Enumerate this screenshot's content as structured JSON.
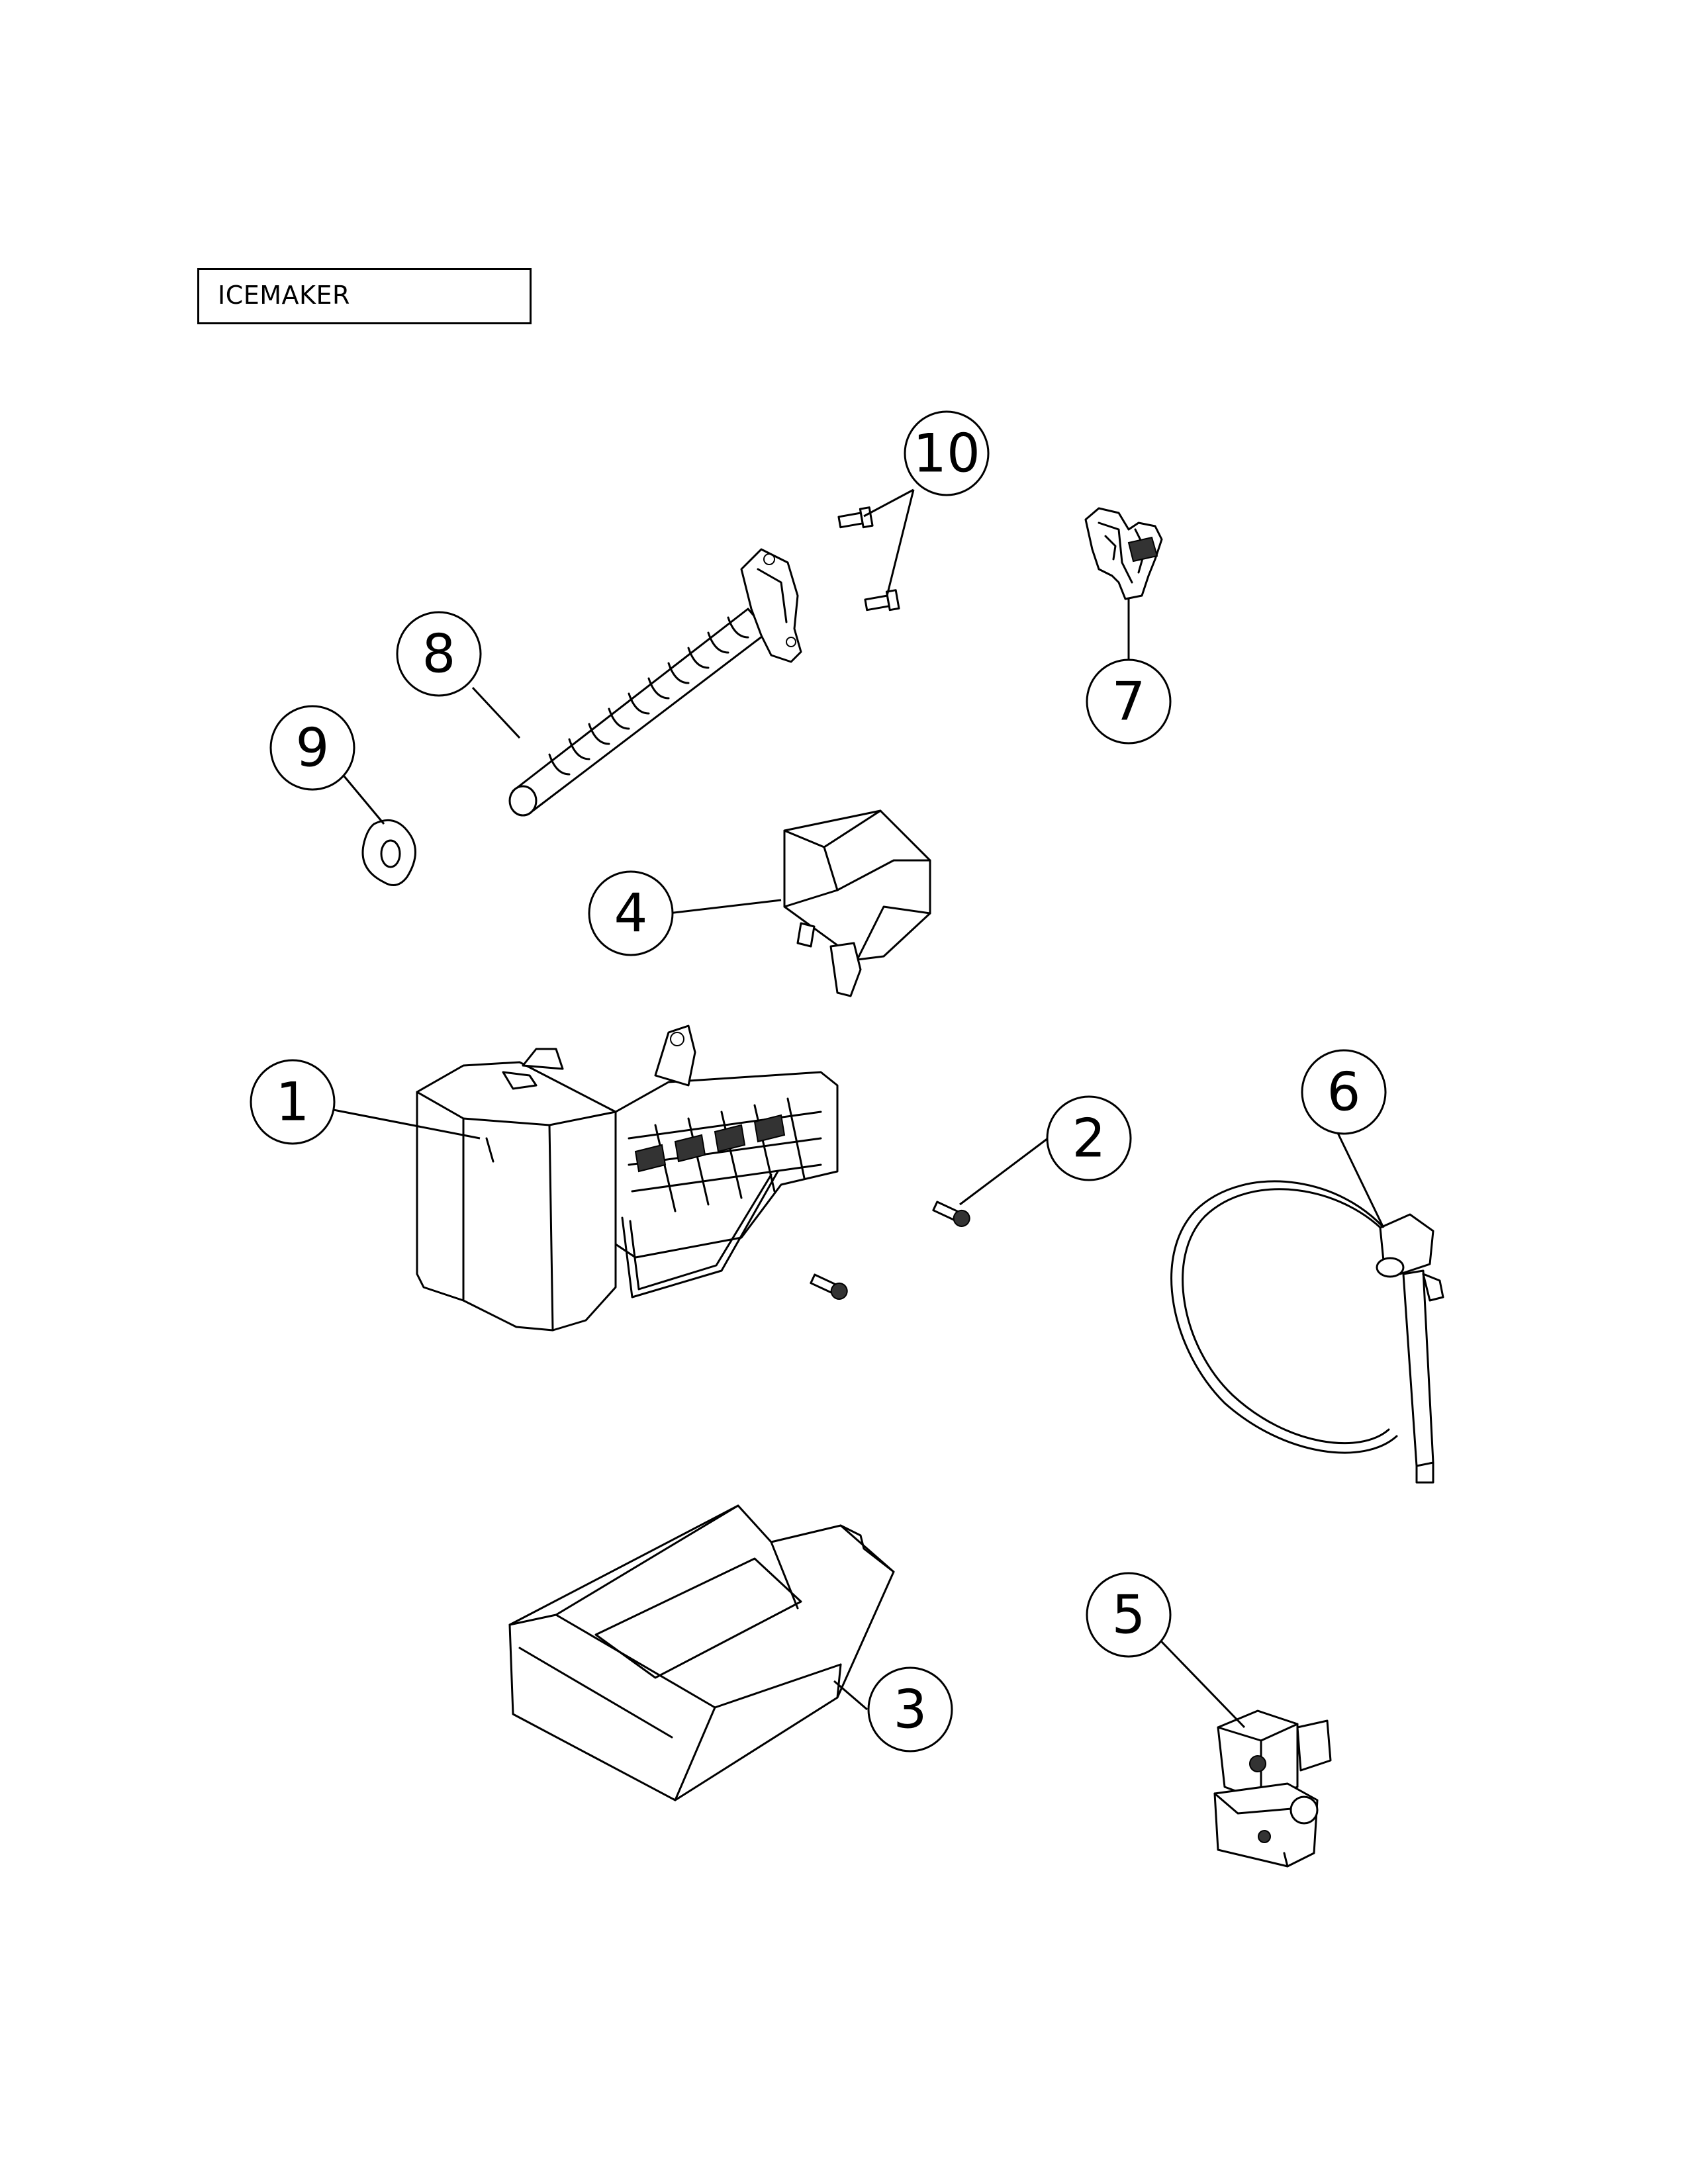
{
  "title": "ICEMAKER",
  "callouts": [
    "1",
    "2",
    "3",
    "4",
    "5",
    "6",
    "7",
    "8",
    "9",
    "10"
  ]
}
